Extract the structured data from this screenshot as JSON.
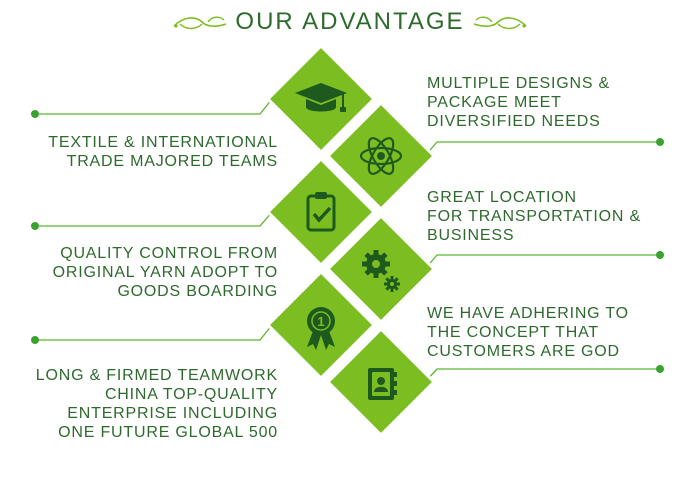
{
  "header": {
    "title": "OUR ADVANTAGE",
    "left_ornament": "vine-flourish-icon",
    "right_ornament": "vine-flourish-icon"
  },
  "colors": {
    "title": "#2e6a2e",
    "text": "#2e6a2e",
    "diamond": "#7cbd22",
    "diamond_outline": "#8fd334",
    "icon": "#1e5a1e",
    "line": "#58b72f",
    "dot": "#3aa32f"
  },
  "advantages": [
    {
      "side": "left",
      "icon": "graduation-cap-icon",
      "lines": [
        "TEXTILE & INTERNATIONAL",
        "TRADE MAJORED TEAMS"
      ]
    },
    {
      "side": "right",
      "icon": "atom-icon",
      "lines": [
        "MULTIPLE DESIGNS &",
        "PACKAGE MEET",
        "DIVERSIFIED NEEDS"
      ]
    },
    {
      "side": "left",
      "icon": "clipboard-check-icon",
      "lines": [
        "QUALITY CONTROL FROM",
        "ORIGINAL YARN ADOPT TO",
        "GOODS BOARDING"
      ]
    },
    {
      "side": "right",
      "icon": "gears-icon",
      "lines": [
        "GREAT LOCATION",
        "FOR TRANSPORTATION &",
        "BUSINESS"
      ]
    },
    {
      "side": "left",
      "icon": "award-ribbon-icon",
      "lines": [
        "LONG & FIRMED TEAMWORK",
        "CHINA TOP-QUALITY",
        "ENTERPRISE INCLUDING",
        "ONE FUTURE GLOBAL 500"
      ]
    },
    {
      "side": "right",
      "icon": "address-book-icon",
      "lines": [
        "WE HAVE ADHERING TO",
        "THE CONCEPT THAT",
        "CUSTOMERS ARE GOD"
      ]
    }
  ]
}
